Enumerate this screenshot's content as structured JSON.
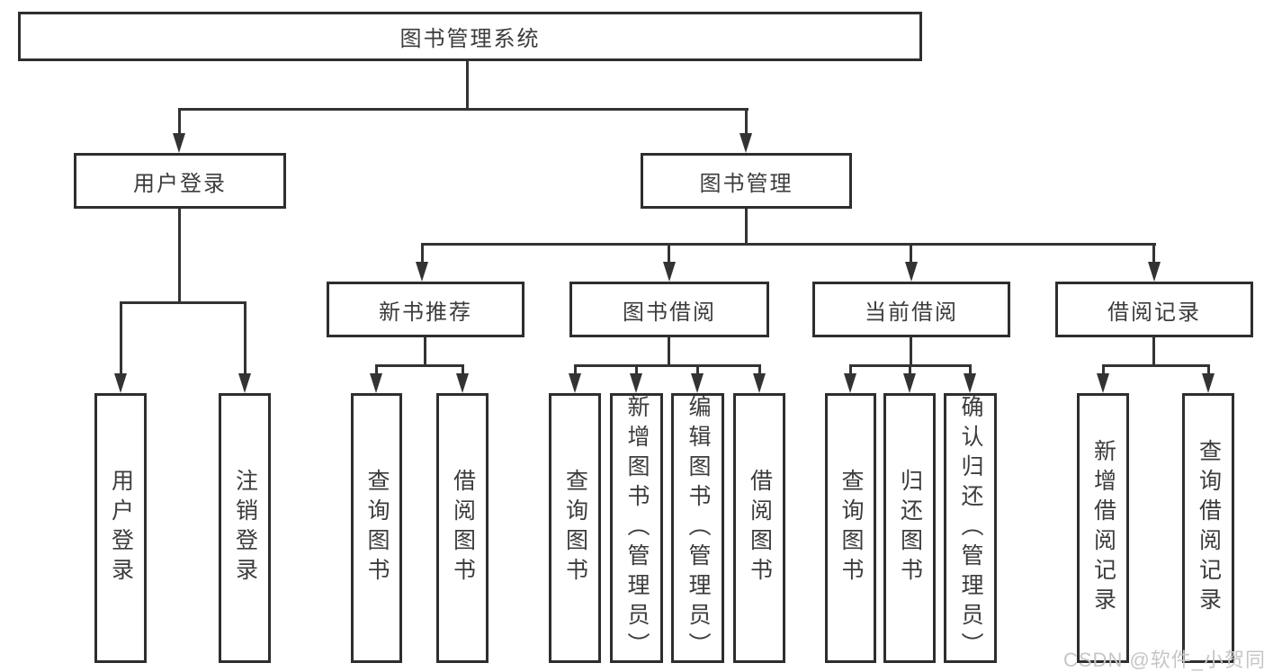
{
  "diagram": {
    "title": "图书管理系统",
    "root": {
      "label": "图书管理系统"
    },
    "branches": {
      "user_login": {
        "label": "用户登录",
        "children": [
          "用户登录",
          "注销登录"
        ]
      },
      "book_management": {
        "label": "图书管理",
        "sections": {
          "new_book_recommend": {
            "label": "新书推荐",
            "children": [
              "查询图书",
              "借阅图书"
            ]
          },
          "book_borrow": {
            "label": "图书借阅",
            "children": [
              "查询图书",
              "新增图书（管理员）",
              "编辑图书（管理员）",
              "借阅图书"
            ]
          },
          "current_borrow": {
            "label": "当前借阅",
            "children": [
              "查询图书",
              "归还图书",
              "确认归还（管理员）"
            ]
          },
          "borrow_record": {
            "label": "借阅记录",
            "children": [
              "新增借阅记录",
              "查询借阅记录"
            ]
          }
        }
      }
    }
  },
  "watermark": {
    "text": "CSDN @软件_小贺同学"
  },
  "colors": {
    "line": "#333333",
    "box_border": "#2e2e2e",
    "text": "#3c3c3c",
    "watermark": "#c6c6c6",
    "background": "#ffffff"
  }
}
